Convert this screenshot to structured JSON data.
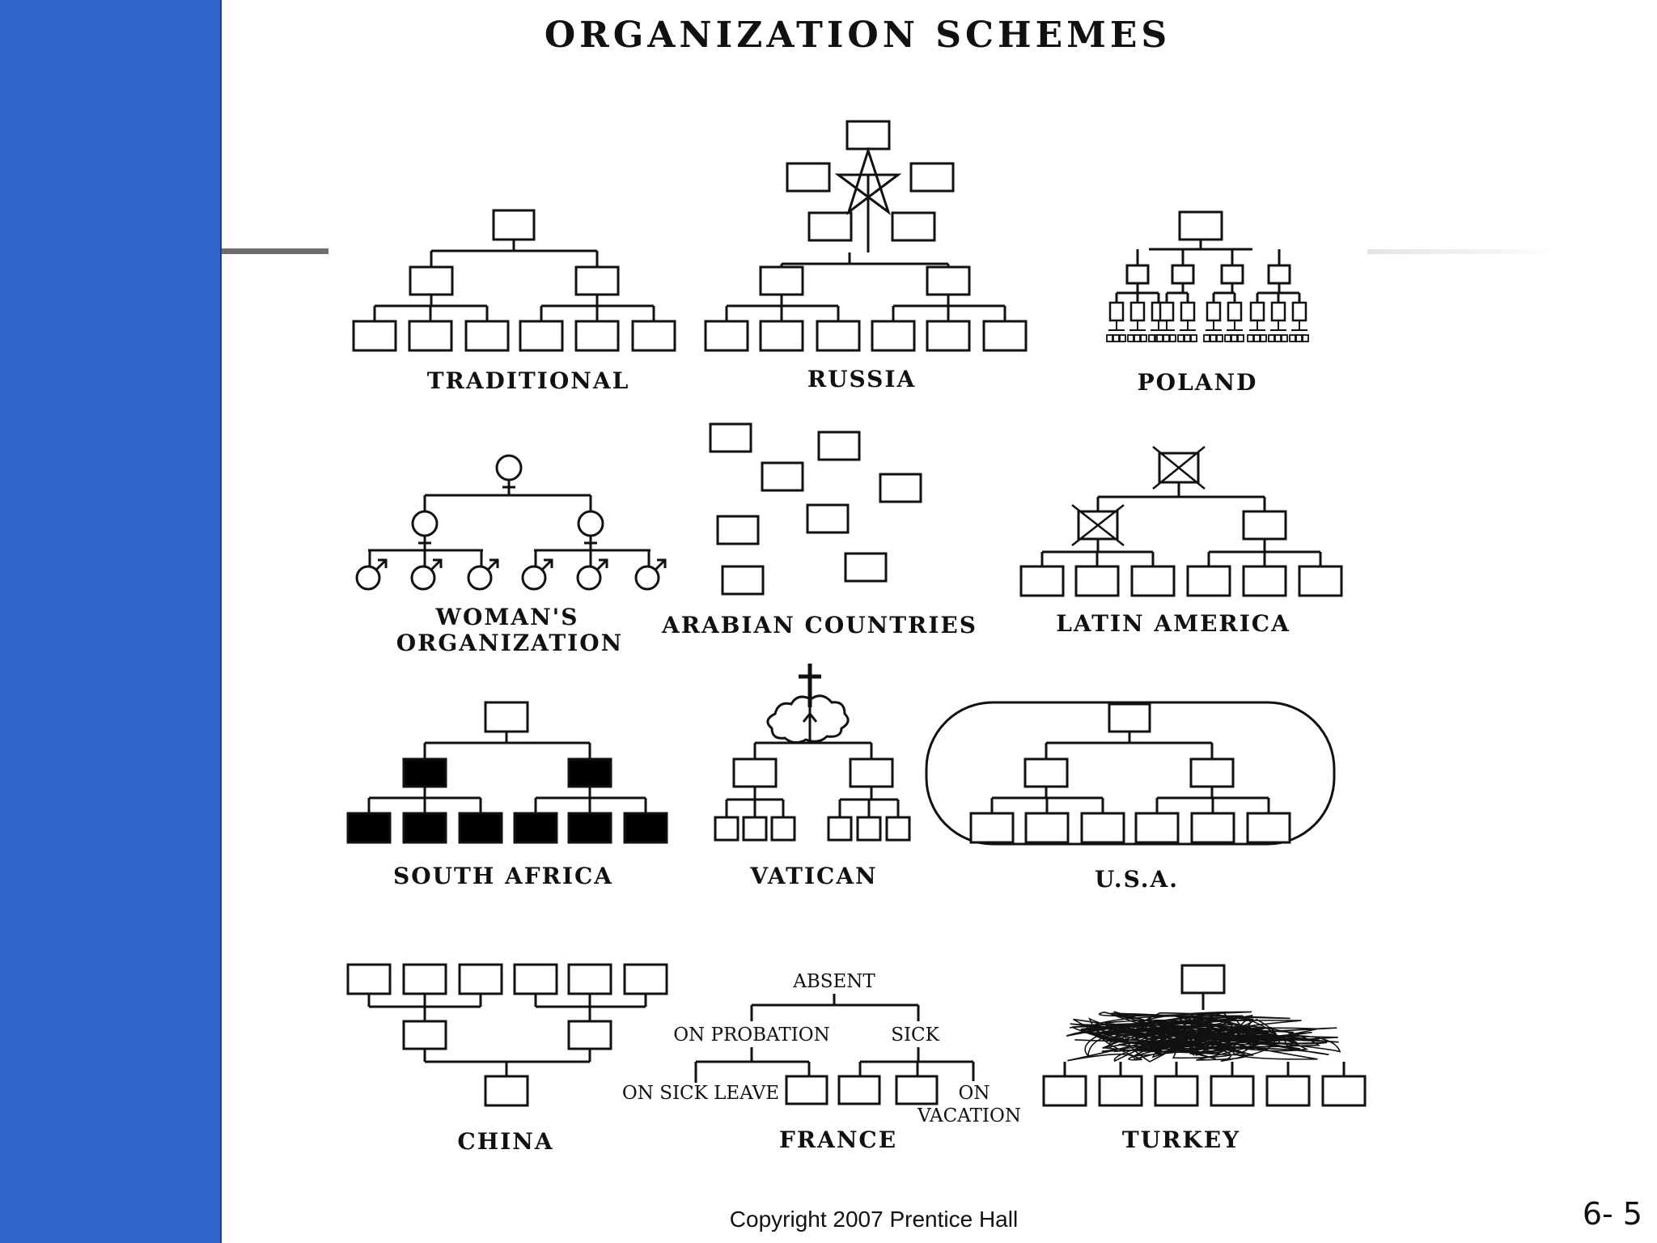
{
  "slide": {
    "title": "ORGANIZATION SCHEMES",
    "copyright": "Copyright 2007 Prentice Hall",
    "page_number": "6- 5"
  },
  "colors": {
    "sidebar": "#3366cc",
    "ink": "#111111",
    "rule": "#6e6e6e"
  },
  "schemes": {
    "traditional": {
      "label": "TRADITIONAL"
    },
    "russia": {
      "label": "RUSSIA"
    },
    "poland": {
      "label": "POLAND"
    },
    "womans": {
      "label_line1": "WOMAN'S",
      "label_line2": "ORGANIZATION"
    },
    "arabian": {
      "label": "ARABIAN COUNTRIES"
    },
    "latin_america": {
      "label": "LATIN AMERICA"
    },
    "south_africa": {
      "label": "SOUTH AFRICA"
    },
    "vatican": {
      "label": "VATICAN"
    },
    "usa": {
      "label": "U.S.A."
    },
    "china": {
      "label": "CHINA"
    },
    "france": {
      "label": "FRANCE",
      "node_absent": "ABSENT",
      "node_probation": "ON PROBATION",
      "node_sick": "SICK",
      "node_sick_leave": "ON SICK LEAVE",
      "node_on": "ON",
      "node_vacation": "VACATION"
    },
    "turkey": {
      "label": "TURKEY"
    }
  }
}
